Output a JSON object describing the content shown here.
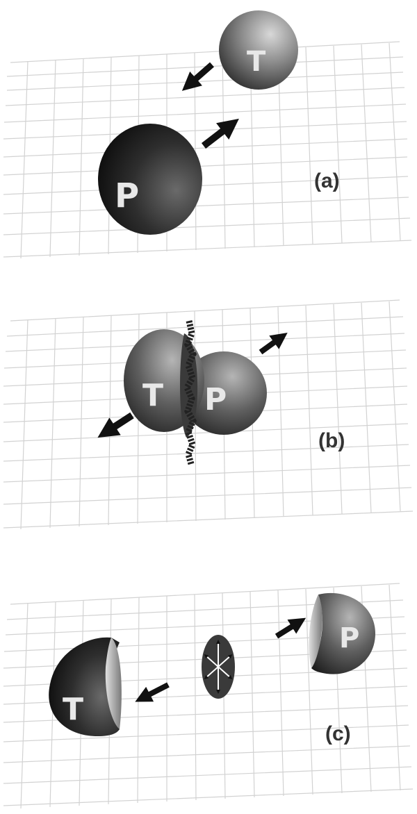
{
  "panels": [
    {
      "label": "(a)",
      "projectile": "P",
      "target": "T"
    },
    {
      "label": "(b)",
      "projectile": "P",
      "target": "T"
    },
    {
      "label": "(c)",
      "projectile": "P",
      "target": "T"
    }
  ],
  "colors": {
    "grid": "#cfcfcf",
    "sphere_light": "#9a9a9a",
    "sphere_dark": "#111111",
    "arrow": "#111111"
  }
}
